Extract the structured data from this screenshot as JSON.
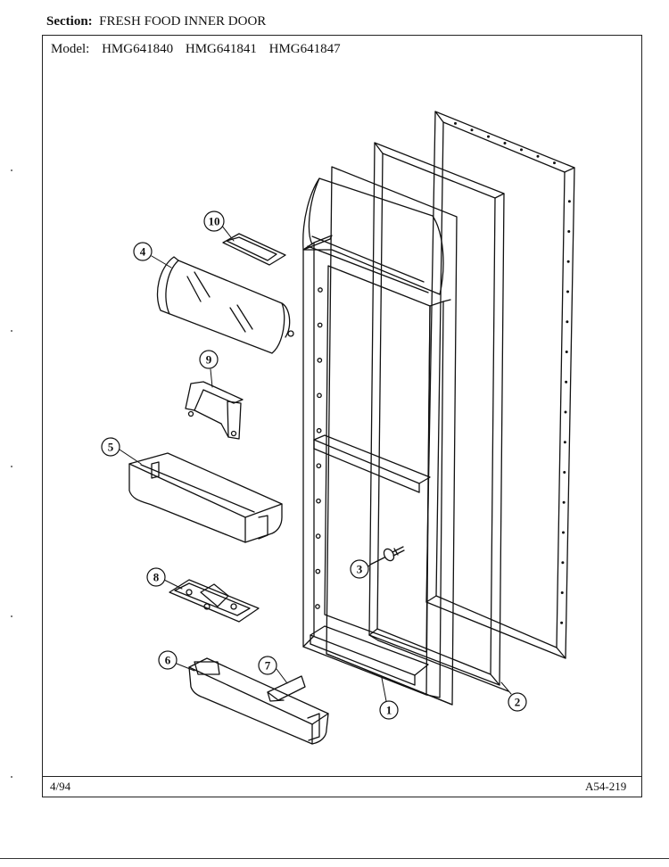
{
  "header": {
    "section_label": "Section:",
    "section_value": "FRESH FOOD INNER DOOR",
    "model_label": "Model:",
    "models": [
      "HMG641840",
      "HMG641841",
      "HMG641847"
    ]
  },
  "footer": {
    "date": "4/94",
    "code": "A54-219"
  },
  "callouts": [
    "1",
    "2",
    "3",
    "4",
    "5",
    "6",
    "7",
    "8",
    "9",
    "10"
  ],
  "colors": {
    "ink": "#111111",
    "paper": "#ffffff"
  }
}
